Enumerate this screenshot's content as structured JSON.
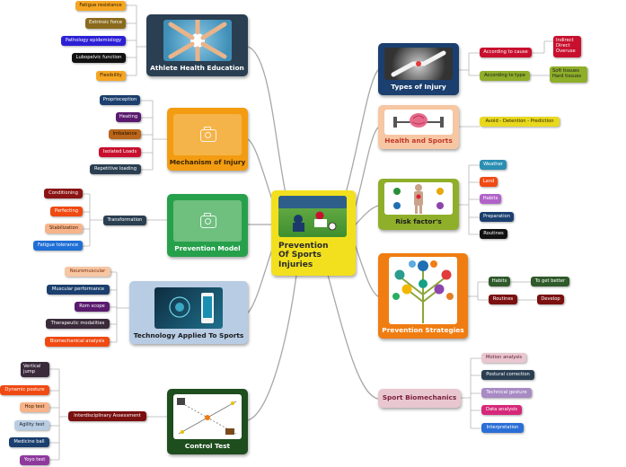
{
  "center": {
    "title": "Prevention\nOf Sports\nInjuries"
  },
  "topics": {
    "athlete_health": {
      "title": "Athlete Health Education"
    },
    "mechanism": {
      "title": "Mechanism of Injury"
    },
    "prevention_model": {
      "title": "Prevention Model"
    },
    "technology": {
      "title": "Technology Applied To Sports"
    },
    "control_test": {
      "title": "Control Test"
    },
    "types_of_injury": {
      "title": "Types of Injury"
    },
    "health_and_sports": {
      "title": "Health and Sports"
    },
    "risk_factors": {
      "title": "Risk factor's"
    },
    "prevention_strategies": {
      "title": "Prevention Strategies"
    },
    "sport_biomechanics": {
      "title": "Sport Biomechanics"
    }
  },
  "leaves": {
    "athlete_health": [
      "Fatigue resistance",
      "Extrinsic force",
      "Pathology epidemiology",
      "Lubopelvic function",
      "Flexibility"
    ],
    "mechanism": [
      "Proprioception",
      "Heating",
      "Imbalance",
      "Isolated Loads",
      "Repetitive loading"
    ],
    "prevention_model_sub": [
      "Conditioning",
      "Perfecting",
      "Stabilization",
      "Fatigue tolerance"
    ],
    "prevention_model_mid": "Transformation",
    "technology": [
      "Neuromuscular",
      "Muscular performance",
      "Rom scope",
      "Therapeutic modalities",
      "Biomechanical analysis"
    ],
    "control_test_mid": "Interdisciplinary Assessment",
    "control_test_sub": [
      "Vertical\njump",
      "Dynamic posture",
      "Hop test",
      "Agility test",
      "Medicine ball",
      "Yoyo test"
    ],
    "types_of_injury_mid": [
      "According to cause",
      "According to type"
    ],
    "types_by_cause": "Indirect\nDirect\nOveruse",
    "types_by_type": "Soft tissues\nHard tissues",
    "health_and_sports": "Avoid - Detention - Prediction",
    "risk_factors": [
      "Weather",
      "Land",
      "Habits",
      "Preparation",
      "Routines"
    ],
    "prevention_strategies_mid": [
      "Habits",
      "Routines"
    ],
    "prevention_strategies_sub": [
      "To get better",
      "Develop"
    ],
    "sport_biomechanics": [
      "Motion analysis",
      "Postural correction",
      "Technical gesture",
      "Data analysis",
      "Interpretation"
    ]
  },
  "colors": {
    "center": "#f2e01e",
    "athlete_health": "#2b3f52",
    "mechanism": "#f39c12",
    "prevention_model": "#27a04c",
    "technology": "#b8cce4",
    "control_test": "#1e4d1e",
    "types_of_injury": "#1b3f6e",
    "health_and_sports": "#f7c6a3",
    "risk_factors": "#8fae2a",
    "prevention_strategies": "#f07d12",
    "sport_biomechanics": "#e9c7d0",
    "link": "#a8a8a8"
  }
}
